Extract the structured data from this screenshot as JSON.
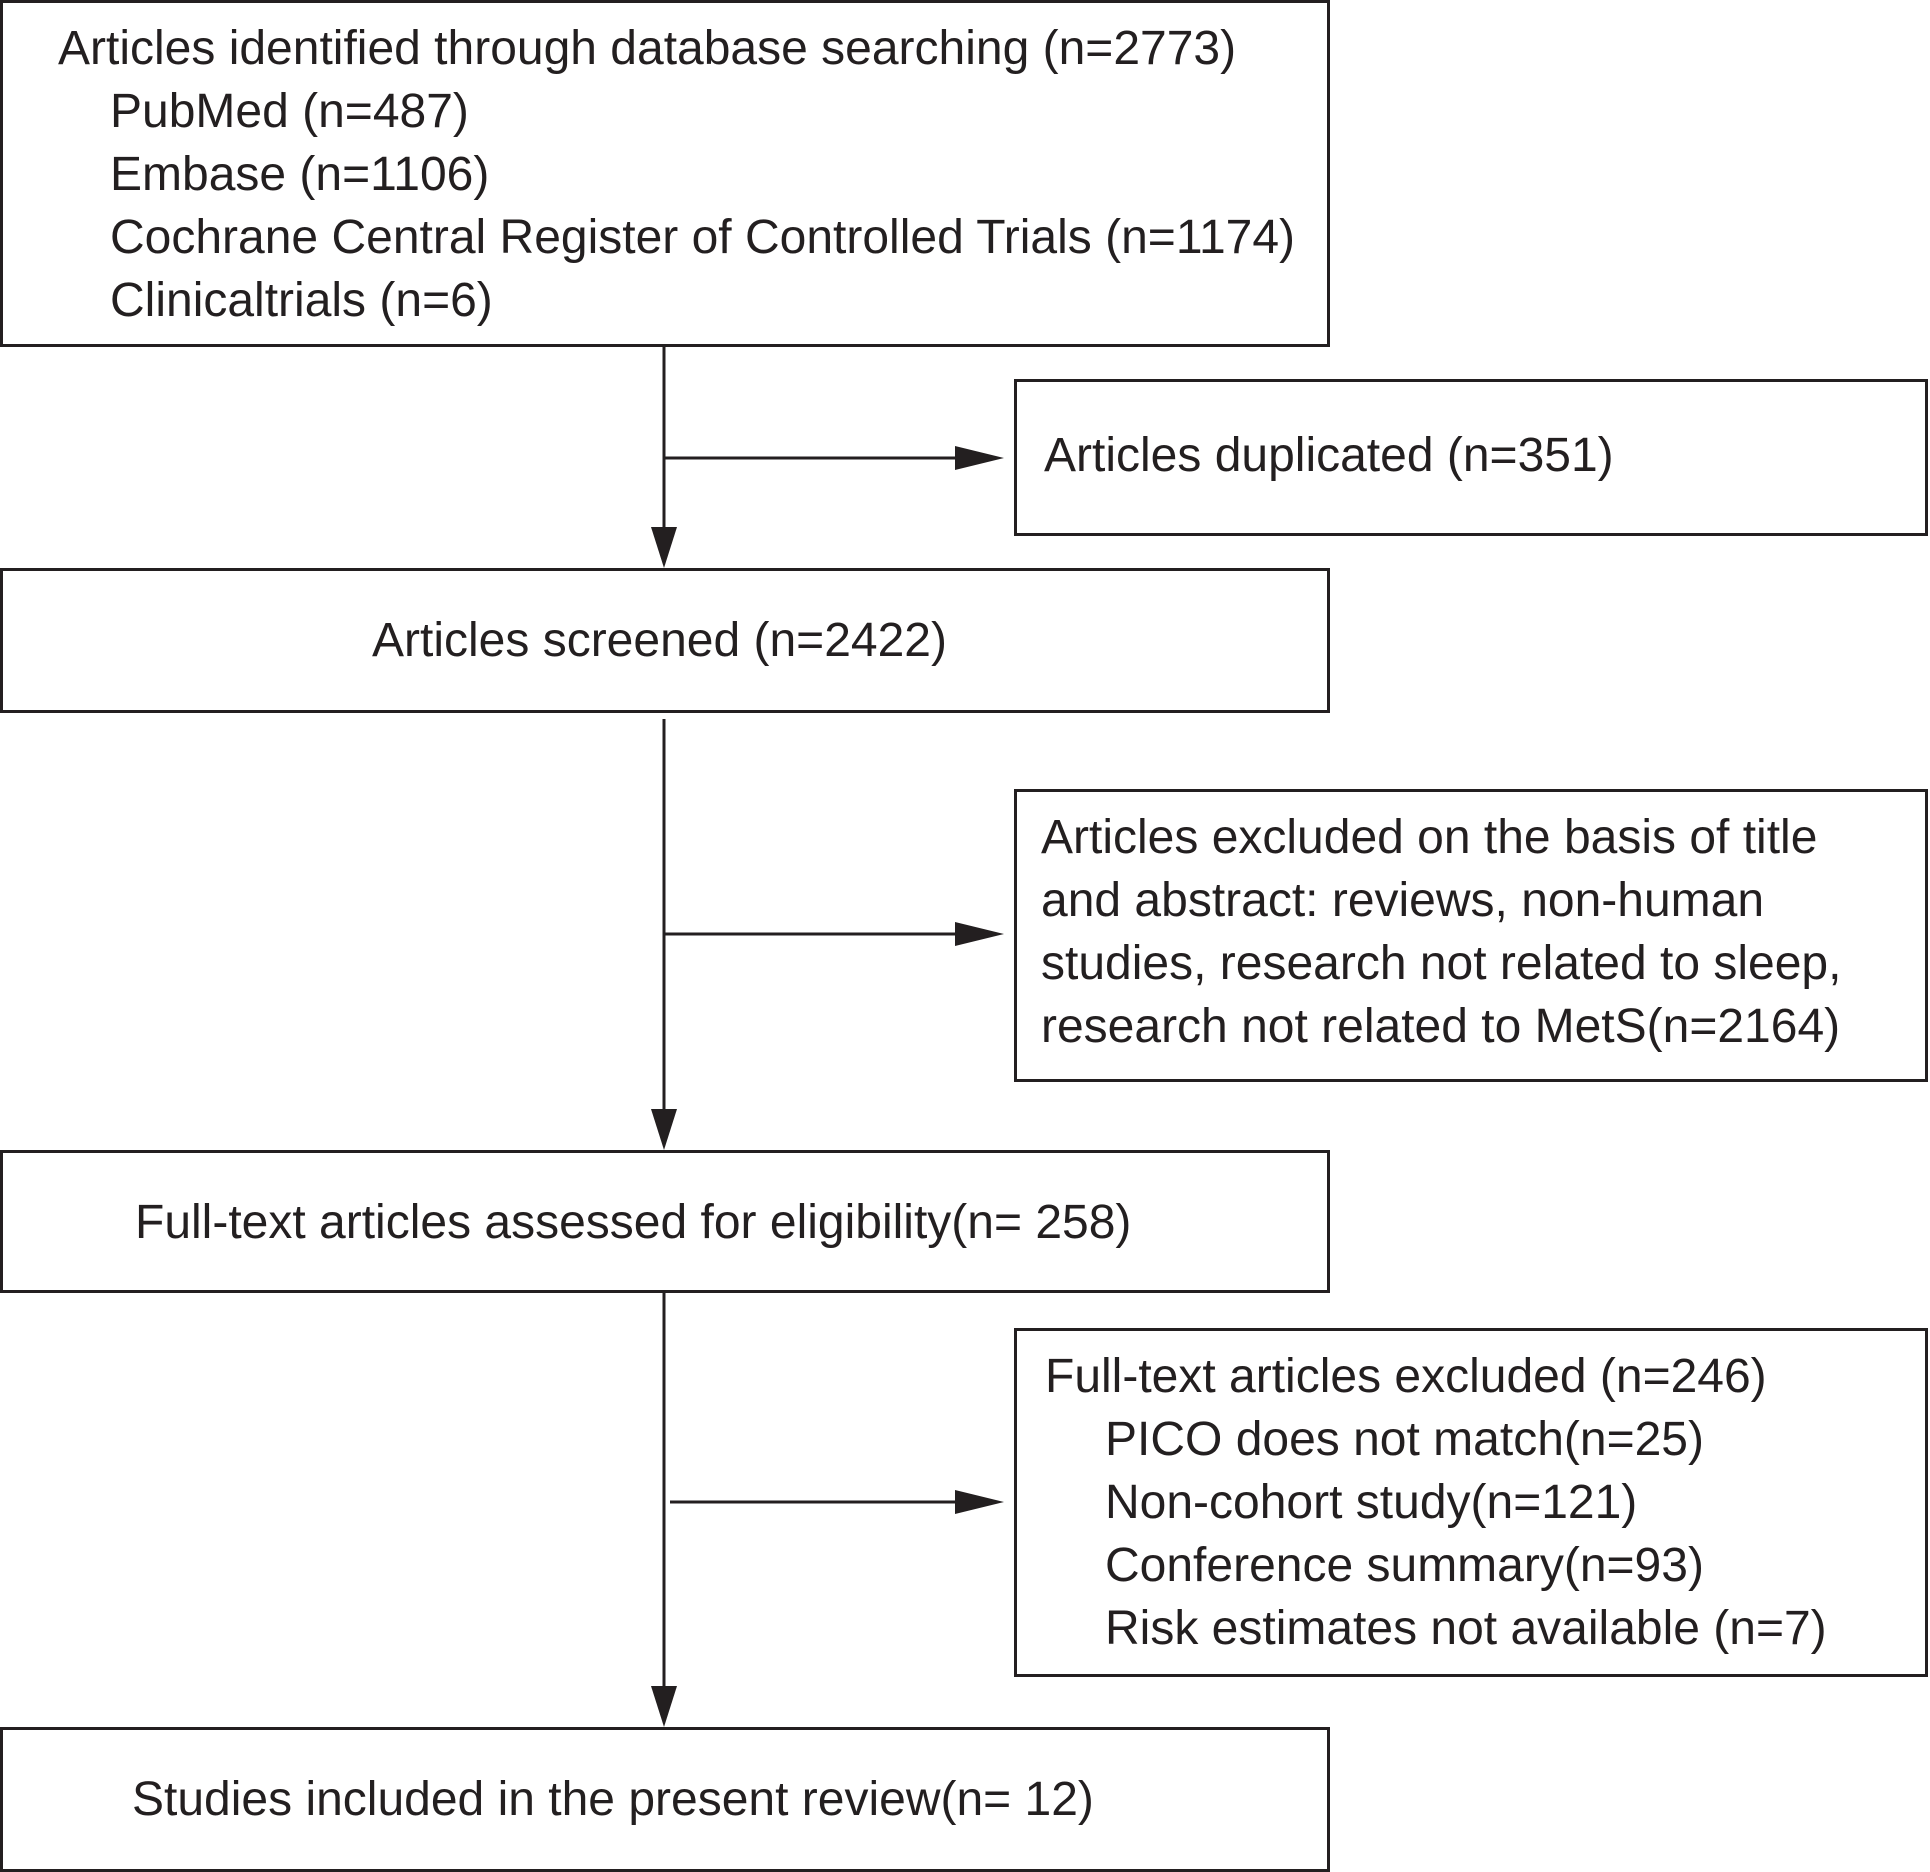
{
  "flow": {
    "search": {
      "title": "Articles identified through database searching (n=2773)",
      "sources": [
        "PubMed (n=487)",
        "Embase (n=1106)",
        "Cochrane Central Register of Controlled Trials  (n=1174)",
        "Clinicaltrials (n=6)"
      ]
    },
    "duplicated": "Articles duplicated (n=351)",
    "screened": "Articles screened (n=2422)",
    "excluded_title_abstract": [
      "Articles excluded on the basis of title",
      "and abstract: reviews, non-human",
      "studies, research not related to sleep,",
      "research not related to MetS(n=2164)"
    ],
    "fulltext_assessed": "Full-text articles assessed for eligibility(n= 258)",
    "fulltext_excluded": {
      "title": "Full-text articles excluded (n=246)",
      "reasons": [
        "PICO does not match(n=25)",
        "Non-cohort study(n=121)",
        "Conference summary(n=93)",
        "Risk estimates not available (n=7)"
      ]
    },
    "included": "Studies included in the present review(n= 12)"
  },
  "colors": {
    "line": "#231f20",
    "background": "#ffffff"
  }
}
